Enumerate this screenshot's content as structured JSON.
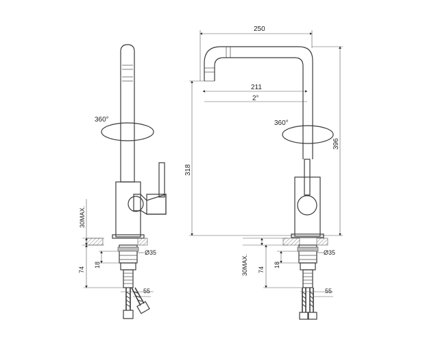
{
  "labels": {
    "width_top": "250",
    "reach": "211",
    "angle": "2°",
    "height_total": "396",
    "height_spout": "318",
    "rotation_left": "360°",
    "rotation_right": "360°",
    "max_thickness_left": "30MAX.",
    "max_thickness_right": "30MAX.",
    "diameter_left": "Ø35",
    "diameter_right": "Ø35",
    "dim18_left": "18",
    "dim18_right": "18",
    "dim74_left": "74",
    "dim74_right": "74",
    "dim55_left": "55",
    "dim55_right": "55"
  }
}
